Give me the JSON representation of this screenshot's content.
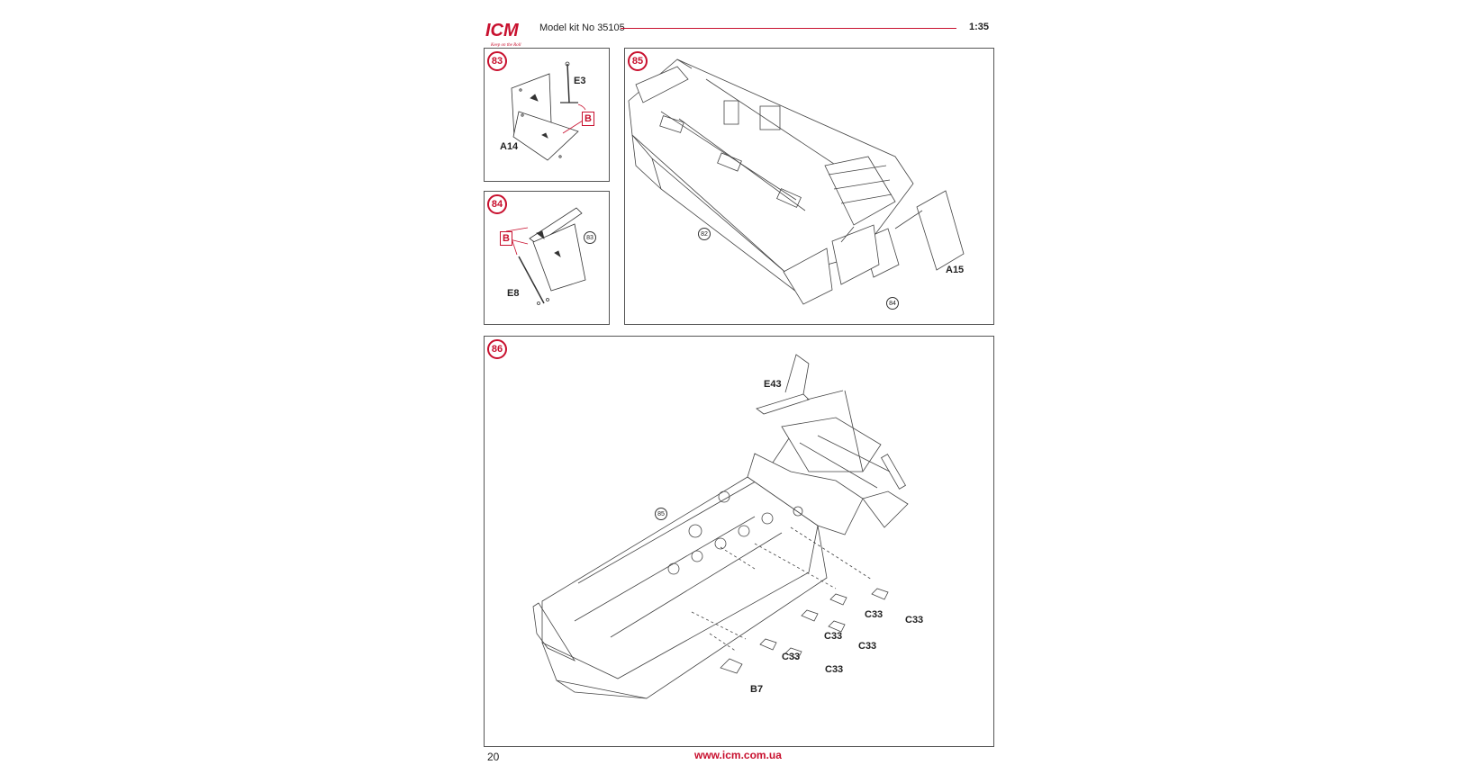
{
  "header": {
    "logo_text": "ICM",
    "logo_tagline": "Keep on the Roll",
    "kit_label": "Model kit No 35105",
    "scale": "1:35"
  },
  "steps": {
    "s83": {
      "number": "83",
      "part_e3": "E3",
      "part_a14": "A14",
      "callout": "B"
    },
    "s84": {
      "number": "84",
      "part_e8": "E8",
      "callout": "B",
      "ref": "83"
    },
    "s85": {
      "number": "85",
      "ref_hull": "82",
      "ref_panel": "84",
      "part_a15": "A15"
    },
    "s86": {
      "number": "86",
      "part_e43": "E43",
      "ref_hull": "85",
      "part_c33": "C33",
      "part_b7": "B7"
    }
  },
  "footer": {
    "page_number": "20",
    "url": "www.icm.com.ua"
  },
  "colors": {
    "accent": "#c8102e",
    "line": "#555555"
  }
}
